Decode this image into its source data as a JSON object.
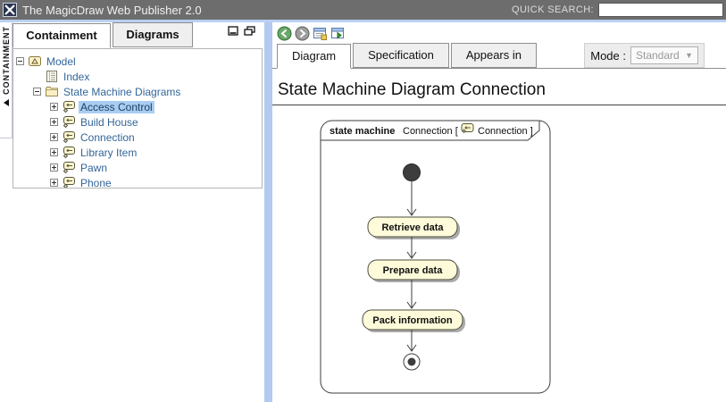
{
  "titlebar": {
    "title": "The MagicDraw Web Publisher 2.0",
    "search_label": "QUICK SEARCH:",
    "search_value": ""
  },
  "left_panel": {
    "vertical_tab": "CONTAINMENT",
    "tab_containment": "Containment",
    "tab_diagrams": "Diagrams",
    "window_icons": [
      "minimize-window-icon",
      "cascade-windows-icon"
    ],
    "tree": [
      {
        "label": "Model",
        "icon": "model-package-icon",
        "toggle": "minus",
        "level": 0
      },
      {
        "label": "Index",
        "icon": "index-document-icon",
        "toggle": "none",
        "level": 1
      },
      {
        "label": "State Machine Diagrams",
        "icon": "folder-icon",
        "toggle": "minus",
        "level": 1
      },
      {
        "label": "Access Control",
        "icon": "state-machine-diagram-icon",
        "toggle": "plus",
        "level": 2,
        "selected": true
      },
      {
        "label": "Build House",
        "icon": "state-machine-diagram-icon",
        "toggle": "plus",
        "level": 2
      },
      {
        "label": "Connection",
        "icon": "state-machine-diagram-icon",
        "toggle": "plus",
        "level": 2
      },
      {
        "label": "Library Item",
        "icon": "state-machine-diagram-icon",
        "toggle": "plus",
        "level": 2
      },
      {
        "label": "Pawn",
        "icon": "state-machine-diagram-icon",
        "toggle": "plus",
        "level": 2
      },
      {
        "label": "Phone",
        "icon": "state-machine-diagram-icon",
        "toggle": "plus",
        "level": 2
      }
    ]
  },
  "content": {
    "toolbar_icons": [
      "back-icon",
      "forward-icon",
      "show-in-containment-tree-icon",
      "open-in-new-window-icon"
    ],
    "tabs": [
      "Diagram",
      "Specification",
      "Appears in"
    ],
    "mode_label": "Mode :",
    "mode_value": "Standard",
    "heading": "State Machine Diagram Connection",
    "frame": {
      "keyword": "state machine",
      "name_left": "Connection [",
      "name_right": "Connection ]"
    },
    "states": [
      "Retrieve data",
      "Prepare data",
      "Pack information"
    ],
    "colors": {
      "titlebar": "#6d6d6d",
      "divider": "#b3c9ef",
      "selection": "#a9cdf1",
      "tree_text": "#336699",
      "state_fill": "#fdfbd9",
      "state_border": "#4d4d3d"
    }
  }
}
